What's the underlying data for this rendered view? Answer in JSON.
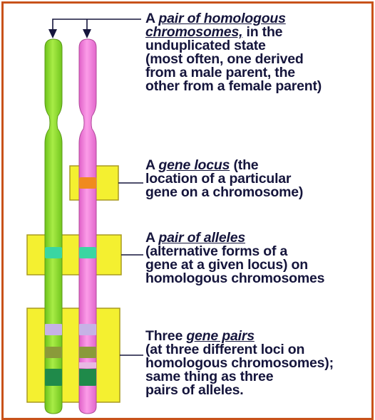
{
  "colors": {
    "frame": "#c8521a",
    "text": "#15153c",
    "chromosome_green": "#8edc2a",
    "chromosome_pink": "#f27ad9",
    "highlight_box": "#f4f030",
    "band_orange": "#f08a1e",
    "band_teal": "#3ad6a2",
    "band_lavender": "#c6b2e6",
    "band_olive": "#8a9a3a",
    "band_dark_green": "#1f8a4a"
  },
  "labels": {
    "homologous": {
      "line1_pre": "A ",
      "line1_em": "pair of homologous",
      "line2_em": "chromosomes,",
      "line2_post": " in the",
      "line3": "unduplicated state",
      "line4": "(most often, one derived",
      "line5": "from a male parent, the",
      "line6": "other from a female parent)"
    },
    "gene_locus": {
      "line1_pre": "A ",
      "line1_em": "gene locus",
      "line1_post": " (the",
      "line2": "location of a particular",
      "line3": "gene on a chromosome)"
    },
    "alleles": {
      "line1_pre": "A ",
      "line1_em": "pair of alleles",
      "line2": "(alternative forms of a",
      "line3": "gene at a given locus) on",
      "line4": "homologous chromosomes"
    },
    "gene_pairs": {
      "line1_pre": "Three ",
      "line1_em": "gene pairs",
      "line2": "(at three different loci on",
      "line3": "homologous chromosomes);",
      "line4": "same thing as three",
      "line5": "pairs of alleles."
    }
  }
}
